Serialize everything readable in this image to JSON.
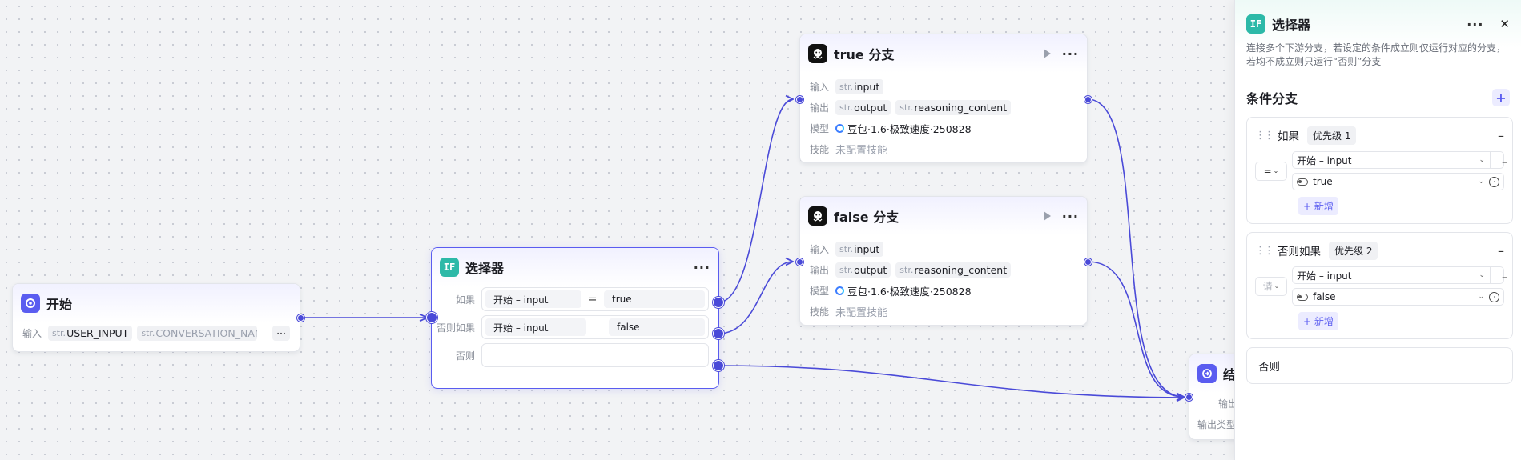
{
  "nodes": {
    "start": {
      "title": "开始",
      "input_label": "输入",
      "vars": [
        {
          "type": "str.",
          "name": "USER_INPUT"
        },
        {
          "type": "str.",
          "name": "CONVERSATION_NAME"
        }
      ],
      "more": "···"
    },
    "selector": {
      "icon": "IF",
      "title": "选择器",
      "more": "···",
      "conditions": [
        {
          "label": "如果",
          "left": "开始  –  input",
          "op": "=",
          "right": "true"
        },
        {
          "label": "否则如果",
          "left": "开始  –  input",
          "op": "",
          "right": "false"
        },
        {
          "label": "否则",
          "left": "",
          "op": "",
          "right": ""
        }
      ]
    },
    "true_branch": {
      "title": "true 分支",
      "input_label": "输入",
      "output_label": "输出",
      "model_label": "模型",
      "skill_label": "技能",
      "input": {
        "type": "str.",
        "name": "input"
      },
      "outputs": [
        {
          "type": "str.",
          "name": "output"
        },
        {
          "type": "str.",
          "name": "reasoning_content"
        }
      ],
      "model": "豆包·1.6·极致速度·250828",
      "skill": "未配置技能"
    },
    "false_branch": {
      "title": "false 分支",
      "input_label": "输入",
      "output_label": "输出",
      "model_label": "模型",
      "skill_label": "技能",
      "input": {
        "type": "str.",
        "name": "input"
      },
      "outputs": [
        {
          "type": "str.",
          "name": "output"
        },
        {
          "type": "str.",
          "name": "reasoning_content"
        }
      ],
      "model": "豆包·1.6·极致速度·250828",
      "skill": "未配置技能"
    },
    "end": {
      "title": "结",
      "output_label": "输出",
      "output_type_label": "输出类型"
    }
  },
  "panel": {
    "icon": "IF",
    "title": "选择器",
    "more": "···",
    "close": "✕",
    "description": "连接多个下游分支，若设定的条件成立则仅运行对应的分支，若均不成立则只运行“否则”分支",
    "section_title": "条件分支",
    "add_symbol": "+",
    "branches": [
      {
        "name": "如果",
        "priority": "优先级 1",
        "op": "=",
        "left": "开始 – input",
        "right": "true",
        "add_label": "+ 新增"
      },
      {
        "name": "否则如果",
        "priority": "优先级 2",
        "op": "请",
        "left": "开始 – input",
        "right": "false",
        "add_label": "+ 新增"
      }
    ],
    "else_label": "否则"
  },
  "colors": {
    "accent": "#5a5cf0",
    "edge": "#4a4ad8",
    "selector_icon": "#2db9a8"
  }
}
